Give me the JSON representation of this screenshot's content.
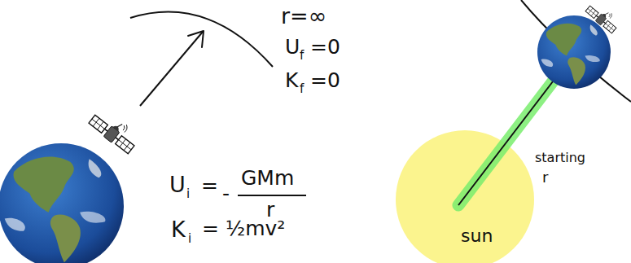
{
  "diagram": {
    "nodes": [
      {
        "text": [
          "sun"
        ]
      }
    ],
    "labels": [
      "r=∞",
      "U",
      "f",
      "=0",
      "K",
      "f",
      "=0",
      "U",
      "i",
      "=",
      "-",
      "GMm",
      "r",
      "K",
      "i",
      "= ½mv²",
      "starting",
      "r"
    ]
  }
}
